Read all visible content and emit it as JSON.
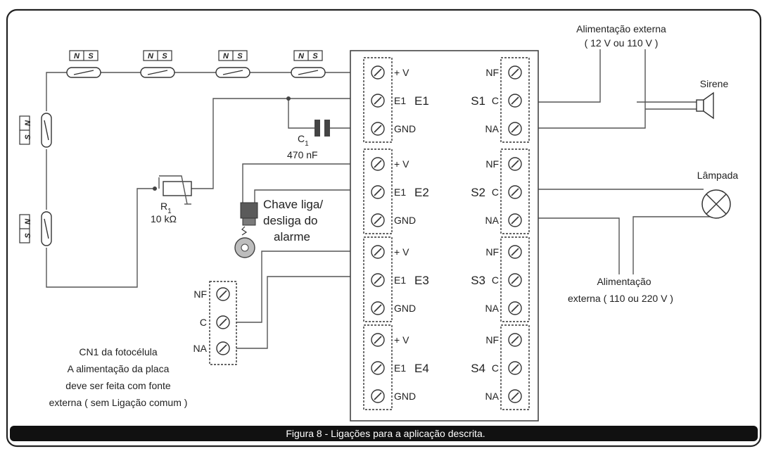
{
  "caption": "Figura 8 - Ligações para a aplicação descrita.",
  "sensor_label": {
    "n": "N",
    "s": "S"
  },
  "board": {
    "inputs": [
      {
        "group": "E1",
        "pins": [
          "+ V",
          "E1",
          "GND"
        ]
      },
      {
        "group": "E2",
        "pins": [
          "+ V",
          "E1",
          "GND"
        ]
      },
      {
        "group": "E3",
        "pins": [
          "+ V",
          "E1",
          "GND"
        ]
      },
      {
        "group": "E4",
        "pins": [
          "+ V",
          "E1",
          "GND"
        ]
      }
    ],
    "outputs": [
      {
        "group": "S1",
        "pins": [
          "NF",
          "C",
          "NA"
        ]
      },
      {
        "group": "S2",
        "pins": [
          "NF",
          "C",
          "NA"
        ]
      },
      {
        "group": "S3",
        "pins": [
          "NF",
          "C",
          "NA"
        ]
      },
      {
        "group": "S4",
        "pins": [
          "NF",
          "C",
          "NA"
        ]
      }
    ]
  },
  "capacitor": {
    "name_main": "C",
    "name_sub": "1",
    "value": "470 nF"
  },
  "resistor": {
    "name_main": "R",
    "name_sub": "1",
    "value": "10 kΩ"
  },
  "switch_label": [
    "Chave liga/",
    "desliga do",
    "alarme"
  ],
  "photocell": {
    "pins": [
      "NF",
      "C",
      "NA"
    ]
  },
  "photocell_note": [
    "CN1 da fotocélula",
    "A alimentação da placa",
    "deve ser feita com fonte",
    "externa ( sem Ligação comum )"
  ],
  "siren_supply": [
    "Alimentação externa",
    "( 12 V ou 110 V )"
  ],
  "siren": "Sirene",
  "lamp": "Lâmpada",
  "lamp_supply": [
    "Alimentação",
    "externa ( 110 ou 220 V )"
  ]
}
